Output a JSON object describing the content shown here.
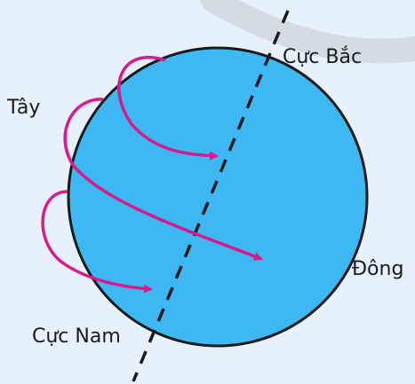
{
  "labels": {
    "west": "Tây",
    "east": "Đông",
    "north_pole": "Cực Bắc",
    "south_pole": "Cực Nam"
  },
  "colors": {
    "background": "#e6f1fb",
    "orbit_arc": "#d4dbe3",
    "globe_fill": "#3db8f3",
    "globe_outline": "#1a1a1a",
    "axis": "#1a1a1a",
    "arrows": "#d81b8c",
    "text": "#1a1a1a"
  }
}
